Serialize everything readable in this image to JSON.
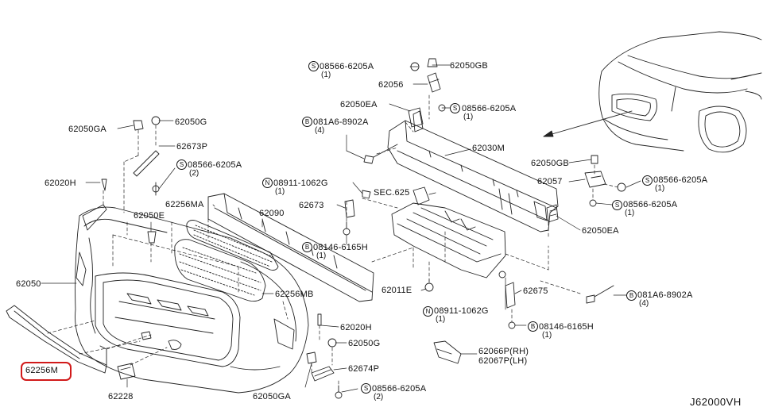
{
  "figure_id": "J62000VH",
  "highlighted_part": "62256M",
  "labels": {
    "p62050GB_top": "62050GB",
    "p08566_a": "08566-6205A",
    "p08566_a_qty": "(1)",
    "p62056": "62056",
    "p08566_b": "08566-6205A",
    "p08566_b_qty": "(1)",
    "p62050EA_top": "62050EA",
    "p081A6_a": "081A6-8902A",
    "p081A6_a_qty": "(4)",
    "p62050GA_top": "62050GA",
    "p62050G_top": "62050G",
    "p62673P": "62673P",
    "p08566_c": "08566-6205A",
    "p08566_c_qty": "(2)",
    "p62030M": "62030M",
    "p62020H_left": "62020H",
    "p08911_a": "08911-1062G",
    "p08911_a_qty": "(1)",
    "p62673": "62673",
    "sec625": "SEC.625",
    "p62256MA": "62256MA",
    "p62090": "62090",
    "p62050E": "62050E",
    "p08146_a": "08146-6165H",
    "p08146_a_qty": "(1)",
    "p62050GB_right": "62050GB",
    "p62057": "62057",
    "p08566_d": "08566-6205A",
    "p08566_d_qty": "(1)",
    "p08566_e": "08566-6205A",
    "p08566_e_qty": "(1)",
    "p62050EA_right": "62050EA",
    "p62050": "62050",
    "p62256MB": "62256MB",
    "p62011E": "62011E",
    "p62675": "62675",
    "p081A6_b": "081A6-8902A",
    "p081A6_b_qty": "(4)",
    "p08911_b": "08911-1062G",
    "p08911_b_qty": "(1)",
    "p08146_b": "08146-6165H",
    "p08146_b_qty": "(1)",
    "p62020H_bottom": "62020H",
    "p62050G_bottom": "62050G",
    "p62066P": "62066P(RH)",
    "p62067P": "62067P(LH)",
    "p62674P": "62674P",
    "p62256M": "62256M",
    "p62228": "62228",
    "p62050GA_bottom": "62050GA",
    "p08566_f": "08566-6205A",
    "p08566_f_qty": "(2)"
  },
  "badges": {
    "S": "S",
    "B": "B",
    "N": "N"
  },
  "colors": {
    "line": "#222222",
    "highlight": "#d11a1a",
    "background": "#ffffff"
  }
}
